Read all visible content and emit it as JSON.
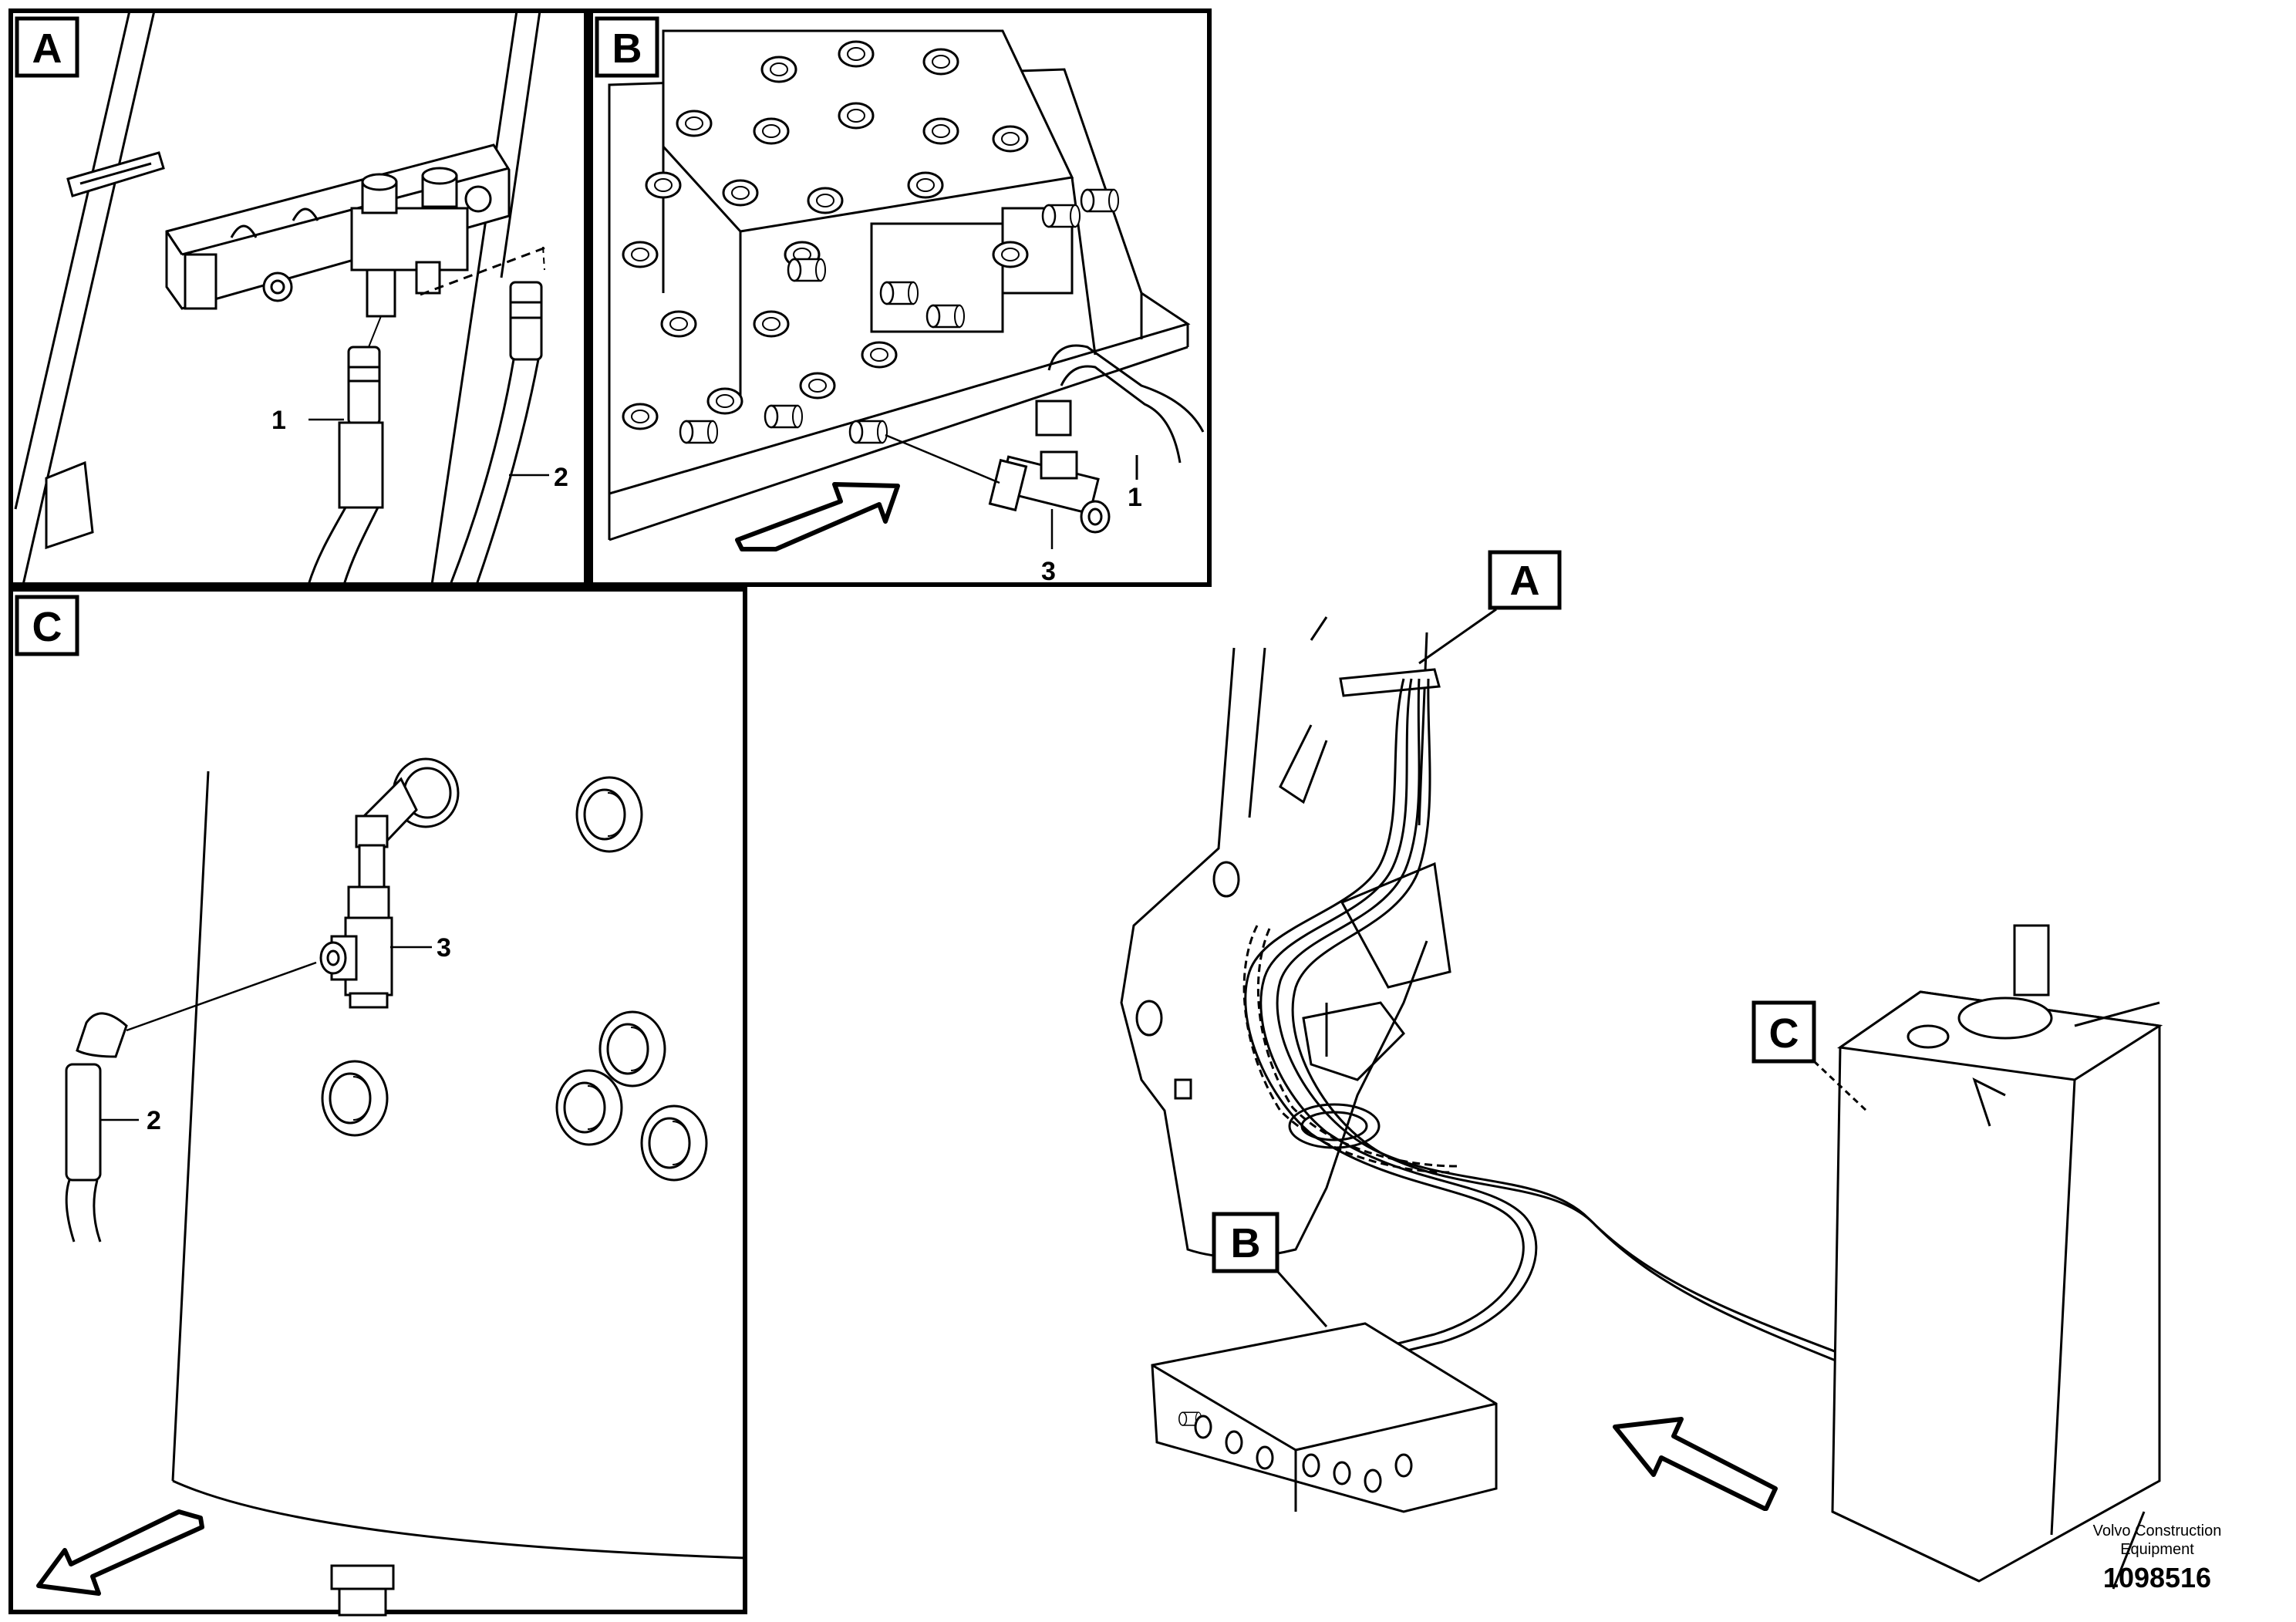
{
  "panels": {
    "A": {
      "label": "A",
      "callouts": [
        "1",
        "2"
      ]
    },
    "B": {
      "label": "B",
      "callouts": [
        "1",
        "3"
      ]
    },
    "C": {
      "label": "C",
      "callouts": [
        "3",
        "2"
      ]
    }
  },
  "overview": {
    "labels": [
      "A",
      "B",
      "C"
    ]
  },
  "footer": {
    "company": "Volvo Construction Equipment",
    "drawing_number": "1098516"
  }
}
